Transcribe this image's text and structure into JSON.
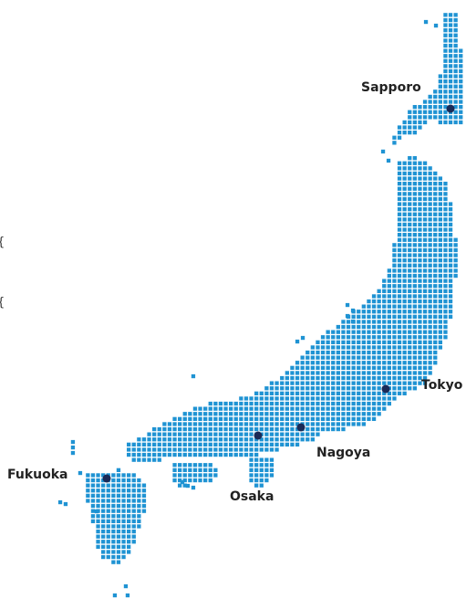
{
  "map": {
    "colors": {
      "land_dot": "#1f93d3",
      "city_marker": "#1b2a57",
      "label_text": "#222222",
      "background": "#ffffff"
    },
    "cities": [
      {
        "id": "sapporo",
        "name": "Sapporo"
      },
      {
        "id": "tokyo",
        "name": "Tokyo"
      },
      {
        "id": "nagoya",
        "name": "Nagoya"
      },
      {
        "id": "osaka",
        "name": "Osaka"
      },
      {
        "id": "fukuoka",
        "name": "Fukuoka"
      }
    ],
    "edge_glyphs": [
      "{ ",
      "{ "
    ]
  }
}
